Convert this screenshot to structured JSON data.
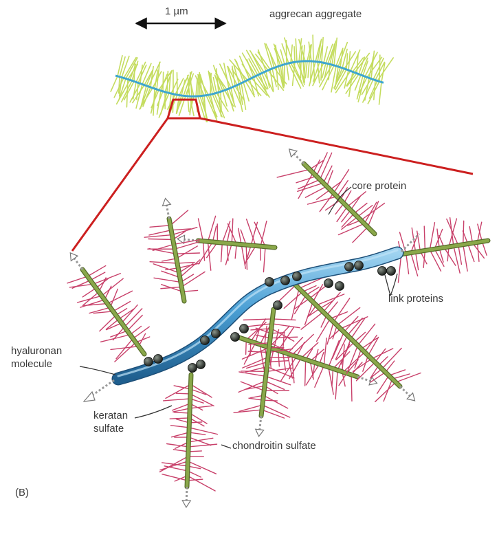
{
  "scale_bar": {
    "label": "1 µm"
  },
  "title": "aggrecan aggregate",
  "labels": {
    "core_protein": "core protein",
    "link_proteins": "link proteins",
    "hyaluronan_line1": "hyaluronan",
    "hyaluronan_line2": "molecule",
    "keratan_line1": "keratan",
    "keratan_line2": "sulfate",
    "chondroitin": "chondroitin sulfate"
  },
  "panel_label": "(B)",
  "colors": {
    "hyaluronan": "#4a9fd4",
    "core_protein": "#8aa84a",
    "chondroitin_sulfate": "#c8406a",
    "keratan_sulfate": "#c8406a",
    "link_protein": "#2b2f2b",
    "zoom_frame": "#cc1f1f",
    "overview_bristles": "#c4dc5e",
    "overview_backbone": "#3ea6cf"
  },
  "icons": {
    "scale_arrow": "double-headed-arrow-icon"
  }
}
